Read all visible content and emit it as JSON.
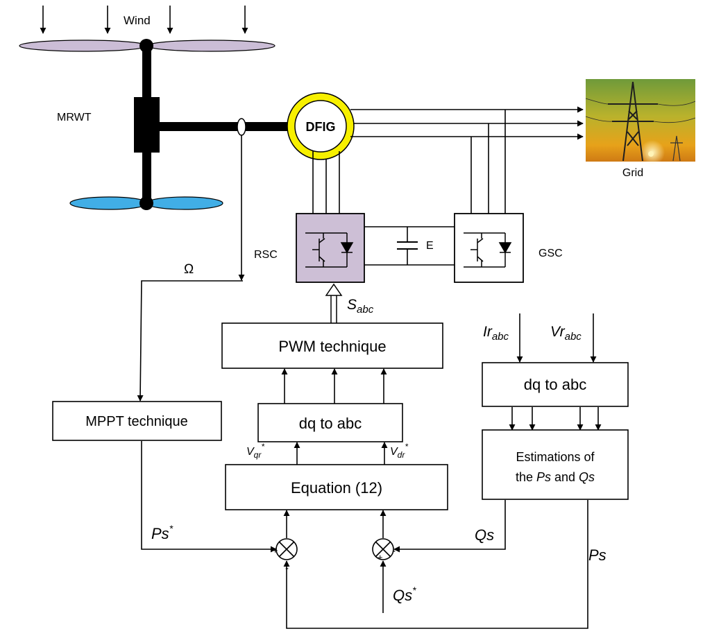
{
  "labels": {
    "wind": "Wind",
    "mrwt": "MRWT",
    "dfig": "DFIG",
    "grid": "Grid",
    "rsc": "RSC",
    "gsc": "GSC",
    "dc_link": "E",
    "omega": "Ω"
  },
  "blocks": {
    "mppt": "MPPT technique",
    "pwm": "PWM technique",
    "dq_abc_left": "dq to abc",
    "dq_abc_right": "dq to abc",
    "equation": "Equation (12)",
    "estimation_line1": "Estimations of",
    "estimation_line2_pre": "the ",
    "estimation_ps": "Ps",
    "estimation_and": " and ",
    "estimation_qs": "Qs"
  },
  "signals": {
    "s_main": "S",
    "s_sub": "abc",
    "ir_main": "Ir",
    "ir_sub": "abc",
    "vr_main": "Vr",
    "vr_sub": "abc",
    "vqr_main": "V",
    "vqr_sub": "qr",
    "vdr_main": "V",
    "vdr_sub": "dr",
    "star": "*",
    "ps_ref": "Ps",
    "qs_meas": "Qs",
    "ps_meas": "Ps",
    "qs_ref": "Qs",
    "plus": "+",
    "minus": "-"
  },
  "colors": {
    "upper_blades": "#cbbdd6",
    "lower_blades": "#41aee6",
    "converter_fill": "#cdbfd6",
    "dfig_ring": "#f7f000"
  }
}
